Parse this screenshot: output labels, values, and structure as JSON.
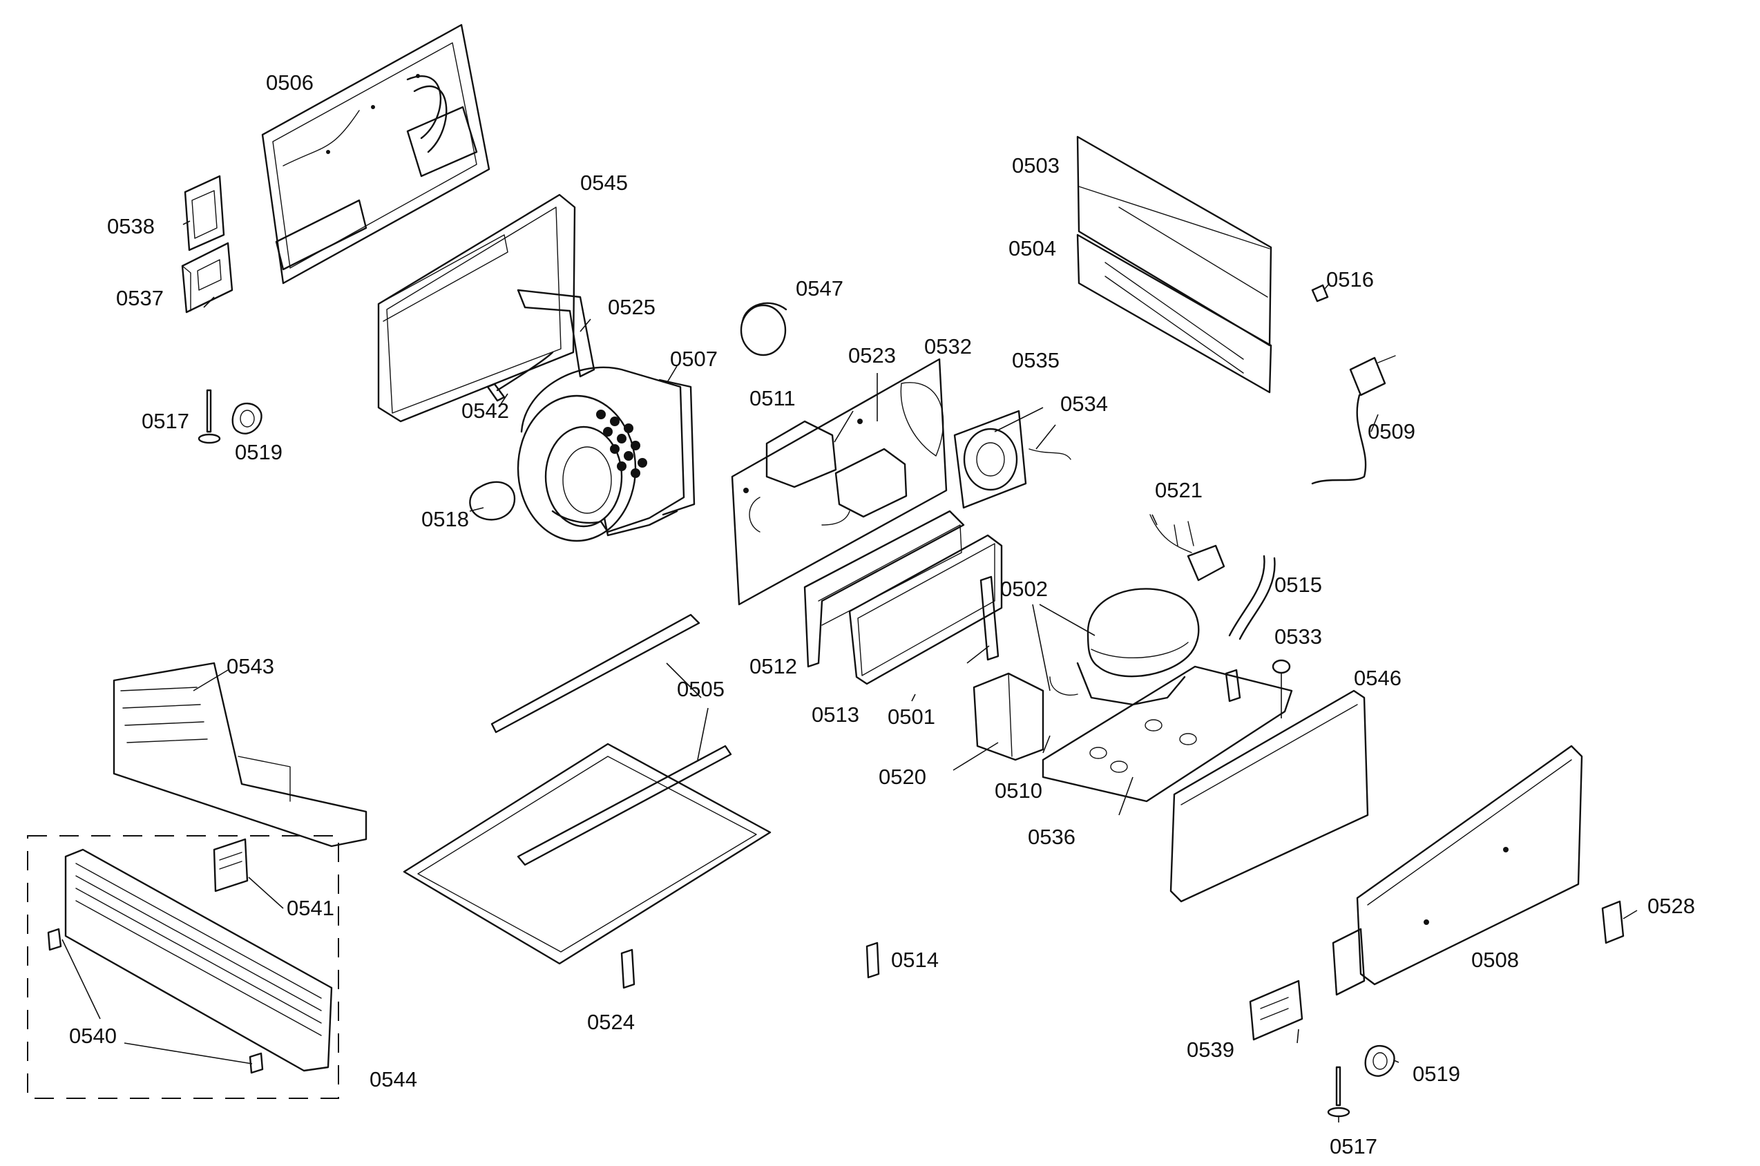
{
  "diagram": {
    "colors": {
      "line": "#111111",
      "background": "#ffffff"
    },
    "labels": {
      "p0506": "0506",
      "p0545": "0545",
      "p0538": "0538",
      "p0537": "0537",
      "p0525": "0525",
      "p0547": "0547",
      "p0507": "0507",
      "p0523": "0523",
      "p0532": "0532",
      "p0535": "0535",
      "p0534": "0534",
      "p0503": "0503",
      "p0504": "0504",
      "p0516": "0516",
      "p0509": "0509",
      "p0511": "0511",
      "p0517_top": "0517",
      "p0519_top": "0519",
      "p0542": "0542",
      "p0518": "0518",
      "p0521": "0521",
      "p0515": "0515",
      "p0502": "0502",
      "p0533": "0533",
      "p0512": "0512",
      "p0513": "0513",
      "p0501": "0501",
      "p0505": "0505",
      "p0543": "0543",
      "p0546": "0546",
      "p0520": "0520",
      "p0510": "0510",
      "p0536": "0536",
      "p0541": "0541",
      "p0514": "0514",
      "p0524": "0524",
      "p0508": "0508",
      "p0528": "0528",
      "p0540": "0540",
      "p0544": "0544",
      "p0539": "0539",
      "p0519_bottom": "0519",
      "p0517_bottom": "0517"
    }
  }
}
